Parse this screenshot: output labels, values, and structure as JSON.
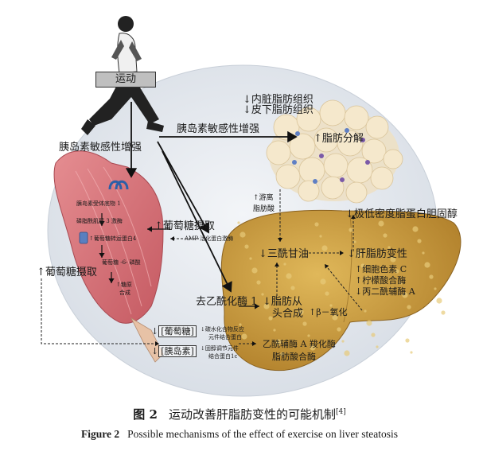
{
  "diagram": {
    "exercise": "运动",
    "insulin_sensitivity_left": "胰岛素敏感性增强",
    "insulin_sensitivity_top": "胰岛素敏感性增强",
    "visceral_fat": "内脏脂肪组织",
    "subcutaneous_fat": "皮下脂肪组织",
    "lipolysis": "脂肪分解",
    "free_fatty_acid_1": "游离",
    "free_fatty_acid_2": "脂肪酸",
    "muscle_labels": {
      "irs1": "胰岛素受体底物 1",
      "pi3k": "磷脂酰肌醇 3 激酶",
      "glut4": "葡萄糖转运蛋白4",
      "g6p": "葡萄糖 -6- 磷酸",
      "glycogen_1": "糖原",
      "glycogen_2": "合成"
    },
    "glucose_uptake_right": "葡萄糖摄取",
    "glucose_uptake_left": "葡萄糖摄取",
    "ampk": "AMP 活化蛋白激酶",
    "triglyceride": "三酰甘油",
    "liver_steatosis": "肝脂肪变性",
    "vldl": "极低密度脂蛋白胆固醇",
    "cytochrome": "细胞色素 C",
    "citrate_synthase": "柠檬酸合酶",
    "malonyl": "丙二酰辅酶 A",
    "beta_oxidation": "β－氧化",
    "deacetylase": "去乙酰化酶 1",
    "de_novo_1": "脂肪从",
    "de_novo_2": "头合成",
    "glucose_box": "葡萄糖",
    "insulin_box": "胰岛素",
    "chrebp_1": "碳水化合物反应",
    "chrebp_2": "元件结合蛋白",
    "srebp_1": "固醇调节元件",
    "srebp_2": "结合蛋白1c",
    "acc": "乙酰辅酶 A 羧化酶",
    "fas": "脂肪酸合酶"
  },
  "caption": {
    "cn_fig": "图 2",
    "cn_text": "运动改善肝脂肪变性的可能机制",
    "cn_ref": "[4]",
    "en_fig": "Figure 2",
    "en_text": "Possible mechanisms of the effect of exercise on liver steatosis"
  },
  "colors": {
    "circle_bg": "#e3e8ee",
    "liver": "#c89a3a",
    "muscle": "#d9747a",
    "fat_cell": "#f3e4c6",
    "exercise_box": "#bfbfbf"
  }
}
